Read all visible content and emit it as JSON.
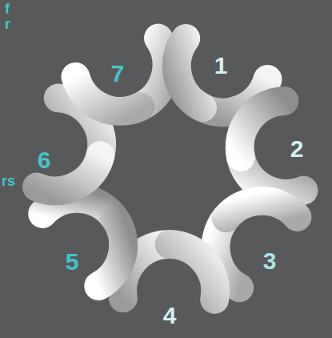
{
  "diagram": {
    "labels": [
      "f",
      "r",
      "7",
      "1",
      "2",
      "6",
      "rs",
      "5",
      "3",
      "4"
    ]
  }
}
